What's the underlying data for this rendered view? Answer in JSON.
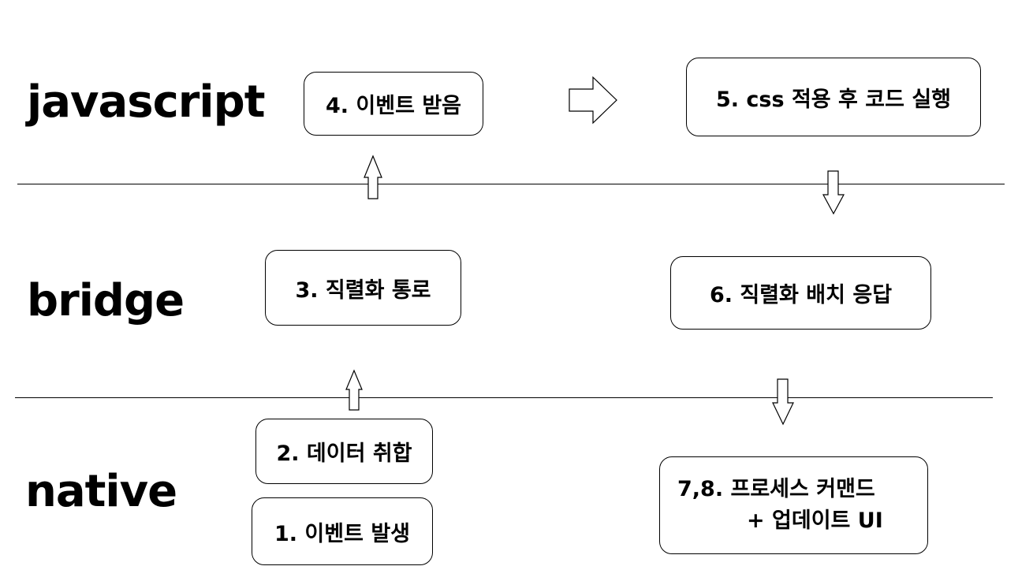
{
  "layers": {
    "javascript": "javascript",
    "bridge": "bridge",
    "native": "native"
  },
  "steps": {
    "s1": "1. 이벤트 발생",
    "s2": "2. 데이터 취합",
    "s3": "3. 직렬화 통로",
    "s4": "4. 이벤트 받음",
    "s5": "5. css 적용 후 코드 실행",
    "s6": "6. 직렬화 배치 응답",
    "s78_line1": "7,8. 프로세스 커맨드",
    "s78_line2": "+ 업데이트 UI"
  }
}
